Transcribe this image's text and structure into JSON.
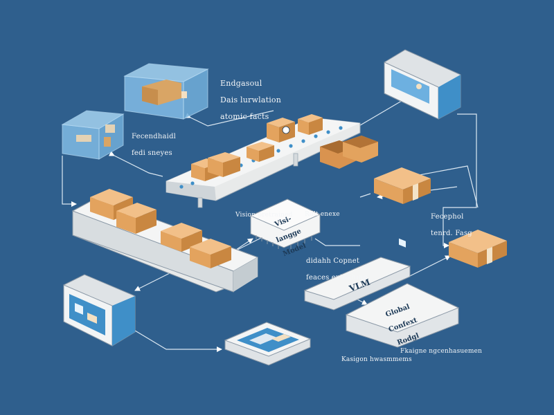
{
  "labels": {
    "data_info": [
      "Endgasoul",
      "Dais lurwlation",
      "atomic facts"
    ],
    "left_panel_note": [
      "Fecendhaidl",
      "fedi sneyes"
    ],
    "vision_model_caption": "Vision pretrained",
    "vision_model_caption_right": "Rdlt enexe",
    "vision_model_body": [
      "Visi-",
      "langge",
      "Model"
    ],
    "context_caption": [
      "didahh Copnet",
      "feaces extakhing"
    ],
    "vlm_label": "VLM",
    "global_model_body": [
      "Global",
      "Confext",
      "Rodgl"
    ],
    "bottom_caption_left": "Kasigon hwasmmems",
    "bottom_caption_right": "Fkaigne ngcenhasuemen",
    "right_note": [
      "Fecephol",
      "tenrd. Fasg"
    ]
  },
  "colors": {
    "background": "#2f5f8d",
    "box_orange": "#e3a35e",
    "panel_white": "#eef0f0",
    "accent_blue": "#3f8fc8",
    "glass_blue": "#8cc3e8"
  }
}
